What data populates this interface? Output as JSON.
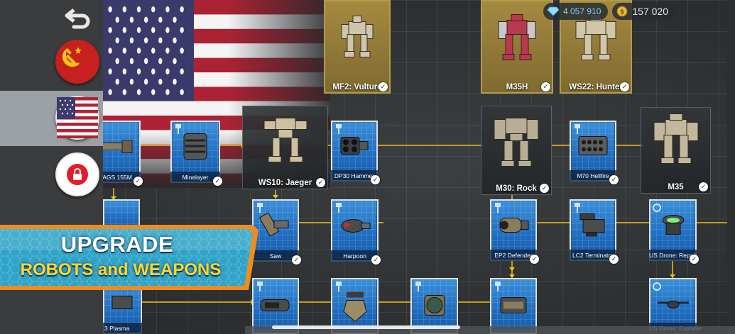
{
  "currency": {
    "gems": "4 057 910",
    "coins": "157 020"
  },
  "sidebar": {
    "nations": [
      {
        "name": "ussr",
        "flag_icon": "hammer-sickle-icon"
      },
      {
        "name": "usa",
        "flag_icon": "us-flag-icon",
        "selected": true
      },
      {
        "name": "locked",
        "flag_icon": "lock-icon"
      }
    ]
  },
  "promo": {
    "line1": "UPGRADE",
    "line2": "ROBOTS and WEAPONS"
  },
  "tree": {
    "robots": [
      {
        "id": "mf2",
        "label": "MF2: Vulture",
        "gold": true
      },
      {
        "id": "m35h",
        "label": "M35H",
        "gold": true
      },
      {
        "id": "ws22",
        "label": "WS22: Hunter",
        "gold": true
      },
      {
        "id": "ws10",
        "label": "WS10: Jaeger",
        "gold": false
      },
      {
        "id": "m30",
        "label": "M30: Rock",
        "gold": false
      },
      {
        "id": "m35",
        "label": "M35",
        "gold": false
      }
    ],
    "weapons": [
      {
        "id": "ags",
        "label": "AGS 155M"
      },
      {
        "id": "minelayer",
        "label": "Minelayer"
      },
      {
        "id": "dp30",
        "label": "DP30 Hammer"
      },
      {
        "id": "m70",
        "label": "M70 Hellfire"
      },
      {
        "id": "saw",
        "label": "Saw"
      },
      {
        "id": "harpoon",
        "label": "Harpoon"
      },
      {
        "id": "ep2",
        "label": "EP2 Defender"
      },
      {
        "id": "lc2",
        "label": "LC2 Terminator"
      },
      {
        "id": "drone_repair",
        "label": "US Drone: Repair"
      },
      {
        "id": "plasma",
        "label": "3 Plasma"
      },
      {
        "id": "drone_explorer",
        "label": "US Drone: Explorer"
      },
      {
        "id": "left_mid",
        "label": ""
      },
      {
        "id": "row3_a",
        "label": ""
      },
      {
        "id": "row3_b",
        "label": ""
      },
      {
        "id": "row3_c",
        "label": ""
      },
      {
        "id": "row3_d",
        "label": ""
      }
    ]
  },
  "colors": {
    "accent_yellow": "#f2c21b",
    "tile_blue": "#1e6cc0",
    "gold_tile": "#a48a40",
    "lock_red": "#e21d2b",
    "promo_orange": "#f08c1e",
    "promo_teal": "#2fa4c8"
  }
}
